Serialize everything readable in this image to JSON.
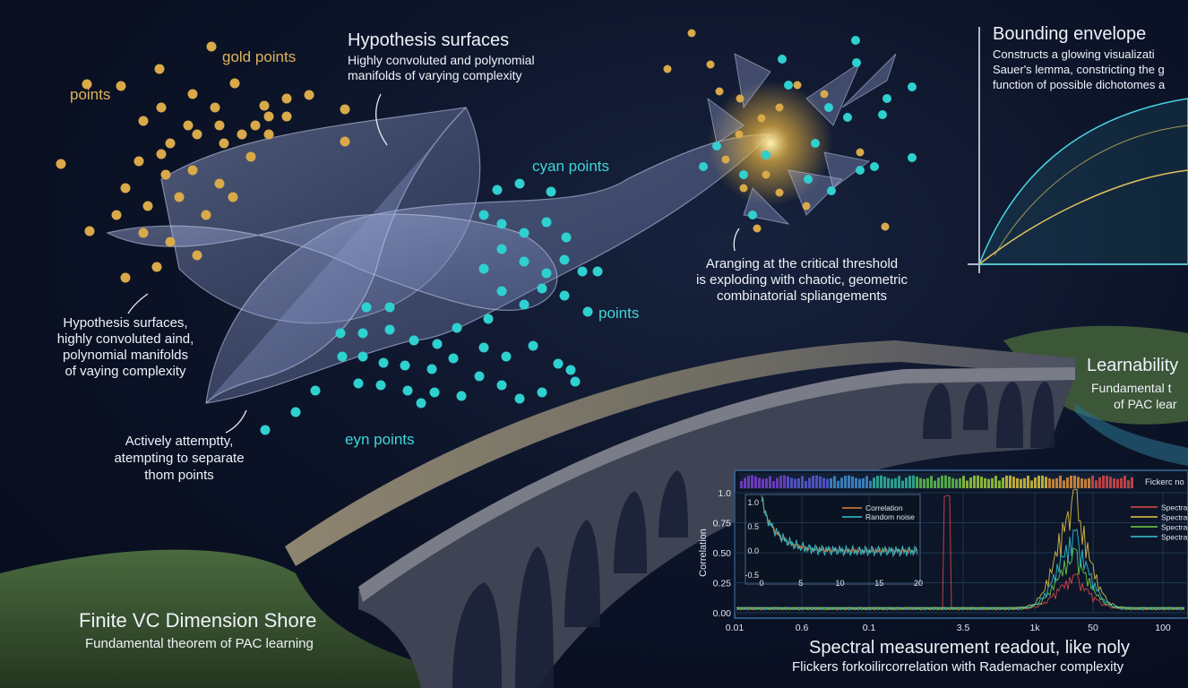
{
  "labels": {
    "gold_points_1": "gold points",
    "gold_points_2": "points",
    "hyp_title": "Hypothesis surfaces",
    "hyp_sub1": "Highly convoluted and polynomial",
    "hyp_sub2": "manifolds of varying complexity",
    "cyan_points": "cyan points",
    "cyan_points_2": "points",
    "eyn_points": "eyn points",
    "left_hyp1": "Hypothesis surfaces,",
    "left_hyp2": "highly convoluted aind,",
    "left_hyp3": "polynomial manifolds",
    "left_hyp4": "of vaying complexity",
    "separate1": "Actively attemptty,",
    "separate2": "atempting to separate",
    "separate3": "thom points",
    "threshold1": "Aranging at the critical threshold",
    "threshold2": "is exploding with chaotic, geometric",
    "threshold3": "combinatorial spliangements",
    "bounding_title": "Bounding envelope",
    "bounding_sub1": "Constructs a glowing visualizati",
    "bounding_sub2": "Sauer's lemma, constricting the g",
    "bounding_sub3": "function of possible dichotomes a",
    "learnability_title": "Learnability",
    "learnability_sub1": "Fundamental t",
    "learnability_sub2": "of PAC lear",
    "shore_title": "Finite VC Dimension Shore",
    "shore_sub": "Fundamental theorem of PAC learning",
    "spectral_title": "Spectral measurement readout, like noly",
    "spectral_sub": "Flickers forkoilircorrelation with Rademacher complexity"
  },
  "chart_data": {
    "type": "line",
    "title": "",
    "ylabel": "Correlation",
    "top_strip_label": "Fickerc no",
    "y_ticks": [
      "1.0",
      "0.75",
      "0.50",
      "0.25",
      "0.00"
    ],
    "x_ticks": [
      "0.01",
      "0.6",
      "0.1",
      "3.5",
      "1k",
      "50",
      "100"
    ],
    "legend": [
      "Spectra",
      "Spectra",
      "Spectra",
      "Spectra"
    ],
    "legend_colors": [
      "#e04848",
      "#e8c547",
      "#6fd04a",
      "#33c6d8"
    ],
    "inset": {
      "y_ticks": [
        "1.0",
        "0.5",
        "0.0",
        "-0.5"
      ],
      "x_ticks": [
        "0",
        "5",
        "10",
        "15",
        "20"
      ],
      "legend": [
        "Correlation",
        "Random noise"
      ],
      "legend_colors": [
        "#e0803a",
        "#33c6d8"
      ]
    }
  },
  "colors": {
    "gold": "#d9a94a",
    "cyan": "#2fd0d0",
    "bridge": "#5a5f6e",
    "land": "#3f5a3a"
  }
}
